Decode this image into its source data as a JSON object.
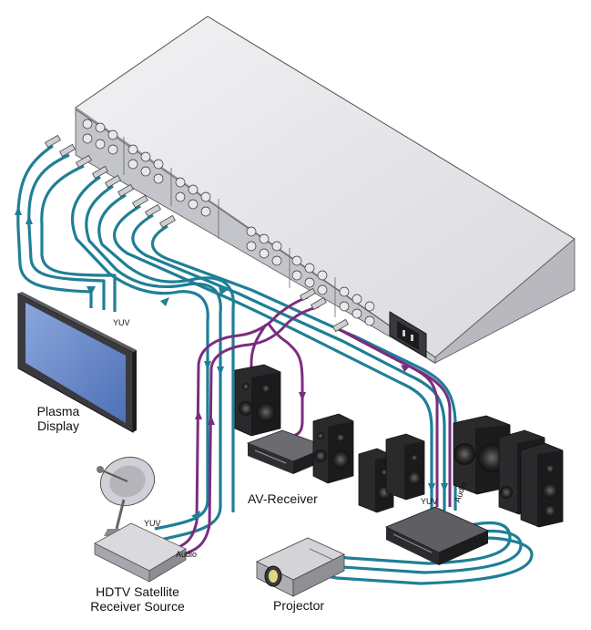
{
  "devices": {
    "plasma_display": {
      "label_line1": "Plasma",
      "label_line2": "Display",
      "signal": "YUV"
    },
    "hdtv_receiver": {
      "label_line1": "HDTV Satellite",
      "label_line2": "Receiver Source",
      "signal_video": "YUV",
      "signal_audio": "Audio"
    },
    "av_receiver": {
      "label": "AV-Receiver"
    },
    "projector": {
      "label": "Projector"
    },
    "amplifier": {
      "signal_video": "YUV",
      "signal_audio": "Audio"
    }
  },
  "colors": {
    "video_cable": "#1f7f96",
    "audio_cable": "#7a2d7f",
    "chassis_top": "#e3e3e6",
    "chassis_front": "#cfcfd4",
    "screen": "#5d7fc4"
  }
}
